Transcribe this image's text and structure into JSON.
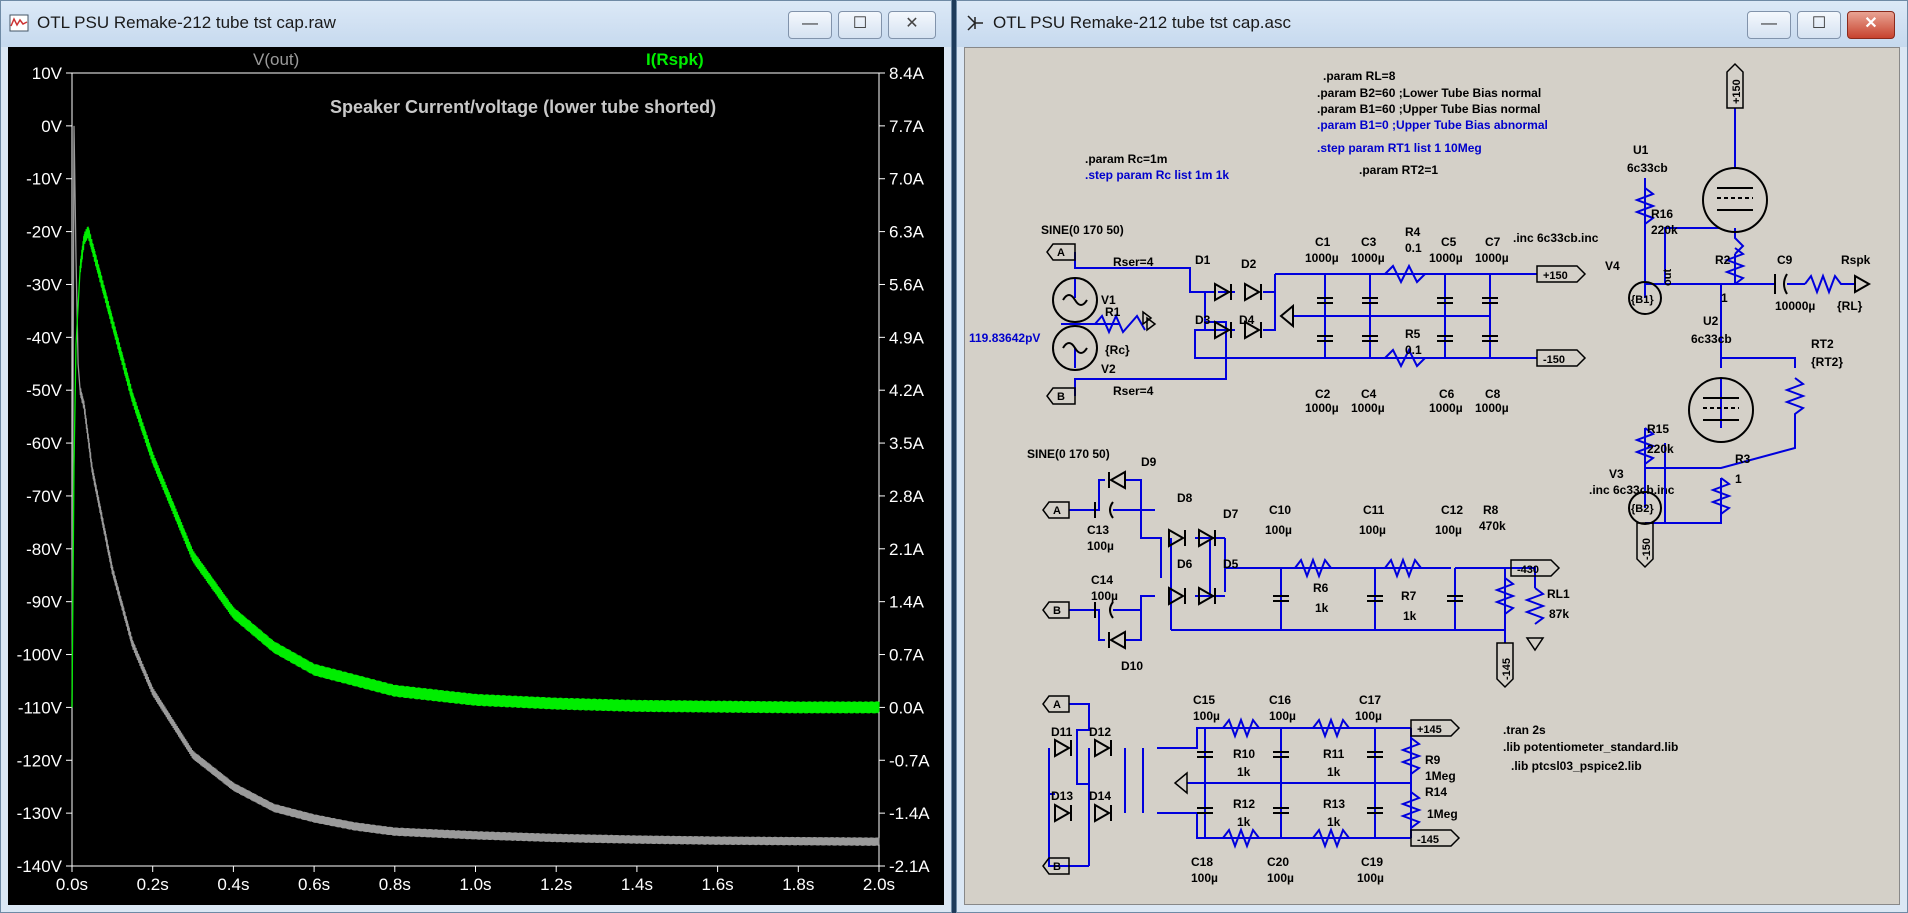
{
  "left_window": {
    "title": "OTL PSU Remake-212 tube tst cap.raw",
    "buttons": {
      "minimize": "—",
      "maximize": "☐",
      "close": "✕"
    }
  },
  "right_window": {
    "title": "OTL PSU Remake-212 tube tst cap.asc",
    "buttons": {
      "minimize": "—",
      "maximize": "☐",
      "close": "✕"
    }
  },
  "colors": {
    "voltage_trace": "#9a9a9a",
    "current_trace": "#00ee00",
    "wire": "#0000dd",
    "plot_bg": "#000000",
    "schematic_bg": "#d4d0c8"
  },
  "chart_data": {
    "type": "line",
    "title": "Speaker Current/voltage (lower tube shorted)",
    "xlabel": "",
    "ylabel": "",
    "y2label": "",
    "x_ticks": [
      "0.0s",
      "0.2s",
      "0.4s",
      "0.6s",
      "0.8s",
      "1.0s",
      "1.2s",
      "1.4s",
      "1.6s",
      "1.8s",
      "2.0s"
    ],
    "y_ticks": [
      "10V",
      "0V",
      "-10V",
      "-20V",
      "-30V",
      "-40V",
      "-50V",
      "-60V",
      "-70V",
      "-80V",
      "-90V",
      "-100V",
      "-110V",
      "-120V",
      "-130V",
      "-140V"
    ],
    "y2_ticks": [
      "8.4A",
      "7.7A",
      "7.0A",
      "6.3A",
      "5.6A",
      "4.9A",
      "4.2A",
      "3.5A",
      "2.8A",
      "2.1A",
      "1.4A",
      "0.7A",
      "0.0A",
      "-0.7A",
      "-1.4A",
      "-2.1A"
    ],
    "xlim": [
      0,
      2.0
    ],
    "ylim": [
      -140,
      10
    ],
    "y2lim": [
      -2.1,
      8.4
    ],
    "series": [
      {
        "name": "V(out)",
        "axis": "left",
        "color": "#9a9a9a",
        "x": [
          0,
          0.005,
          0.01,
          0.015,
          0.02,
          0.03,
          0.05,
          0.1,
          0.15,
          0.2,
          0.3,
          0.4,
          0.5,
          0.6,
          0.7,
          0.8,
          1.0,
          1.2,
          1.4,
          1.6,
          1.8,
          2.0
        ],
        "y": [
          -110,
          0,
          -25,
          -45,
          -50,
          -53,
          -65,
          -84,
          -98,
          -107,
          -119,
          -125,
          -129,
          -131,
          -132.5,
          -133.5,
          -134.2,
          -134.7,
          -135,
          -135.2,
          -135.3,
          -135.4
        ],
        "ripple": 0.8
      },
      {
        "name": "I(Rspk)",
        "axis": "right",
        "color": "#00ee00",
        "x": [
          0,
          0.005,
          0.01,
          0.02,
          0.03,
          0.04,
          0.05,
          0.07,
          0.1,
          0.15,
          0.2,
          0.3,
          0.4,
          0.5,
          0.6,
          0.8,
          1.0,
          1.2,
          1.4,
          1.6,
          1.8,
          2.0
        ],
        "y": [
          0,
          3.2,
          4.8,
          5.8,
          6.2,
          6.3,
          6.1,
          5.7,
          5.1,
          4.1,
          3.3,
          2.0,
          1.25,
          0.8,
          0.5,
          0.22,
          0.1,
          0.05,
          0.02,
          0.01,
          0.0,
          0.0
        ],
        "ripple": 0.08
      }
    ]
  },
  "schematic": {
    "directives": {
      "rl": ".param RL=8",
      "b2": ".param B2=60 ;Lower Tube  Bias normal",
      "b1": ".param B1=60 ;Upper Tube  Bias normal",
      "b1_abn": ".param B1=0  ;Upper Tube  Bias abnormal",
      "step_rt1": ".step param RT1  list 1 10Meg",
      "rt2": ".param RT2=1",
      "rc": ".param Rc=1m",
      "step_rc": ".step param Rc list 1m 1k",
      "inc1": ".inc 6c33cb.inc",
      "inc2": ".inc 6c33cb.inc",
      "tran": ".tran 2s",
      "lib1": ".lib potentiometer_standard.lib",
      "lib2": ".lib ptcsl03_pspice2.lib"
    },
    "components": {
      "sine1": "SINE(0 170 50)",
      "sine2": "SINE(0 170 50)",
      "v1": "V1",
      "v2": "V2",
      "rser1": "Rser=4",
      "rser2": "Rser=4",
      "r1": "R1",
      "r1v": "{Rc}",
      "probe": "119.83642pV",
      "d1": "D1",
      "d2": "D2",
      "d3": "D3",
      "d4": "D4",
      "c1": "C1",
      "c1v": "1000µ",
      "c3": "C3",
      "c3v": "1000µ",
      "r4": "R4",
      "r4v": "0.1",
      "c5": "C5",
      "c5v": "1000µ",
      "c7": "C7",
      "c7v": "1000µ",
      "r5": "R5",
      "r5v": "0.1",
      "c2": "C2",
      "c2v": "1000µ",
      "c4": "C4",
      "c4v": "1000µ",
      "c6": "C6",
      "c6v": "1000µ",
      "c8": "C8",
      "c8v": "1000µ",
      "p150": "+150",
      "m150": "-150",
      "u1": "U1",
      "u1v": "6c33cb",
      "r16": "R16",
      "r16v": "220k",
      "v4": "V4",
      "b1": "{B1}",
      "r2": "R2",
      "r2v": "1",
      "c9": "C9",
      "c9v": "10000µ",
      "rspk": "Rspk",
      "rl": "{RL}",
      "out": "out",
      "u2": "U2",
      "u2v": "6c33cb",
      "rt2n": "RT2",
      "rt2v": "{RT2}",
      "r15": "R15",
      "r15v": "220k",
      "v3": "V3",
      "b2": "{B2}",
      "r3": "R3",
      "r3v": "1",
      "ptop": "+150",
      "pbot": "-150",
      "d9": "D9",
      "d8": "D8",
      "d7": "D7",
      "d6": "D6",
      "d5": "D5",
      "d10": "D10",
      "c13": "C13",
      "c13v": "100µ",
      "c14": "C14",
      "c14v": "100µ",
      "c10": "C10",
      "c10v": "100µ",
      "c11": "C11",
      "c11v": "100µ",
      "c12": "C12",
      "c12v": "100µ",
      "r6": "R6",
      "r6v": "1k",
      "r7": "R7",
      "r7v": "1k",
      "r8": "R8",
      "r8v": "470k",
      "rl1": "RL1",
      "rl1v": "87k",
      "m430": "-430",
      "m145a": "-145",
      "d11": "D11",
      "d12": "D12",
      "d13": "D13",
      "d14": "D14",
      "c15": "C15",
      "c15v": "100µ",
      "c16": "C16",
      "c16v": "100µ",
      "c17": "C17",
      "c17v": "100µ",
      "r10": "R10",
      "r10v": "1k",
      "r11": "R11",
      "r11v": "1k",
      "r12": "R12",
      "r12v": "1k",
      "r13": "R13",
      "r13v": "1k",
      "c18": "C18",
      "c18v": "100µ",
      "c20": "C20",
      "c20v": "100µ",
      "c19": "C19",
      "c19v": "100µ",
      "r9": "R9",
      "r9v": "1Meg",
      "r14": "R14",
      "r14v": "1Meg",
      "p145": "+145",
      "m145": "-145",
      "pa": "A",
      "pb": "B"
    }
  }
}
